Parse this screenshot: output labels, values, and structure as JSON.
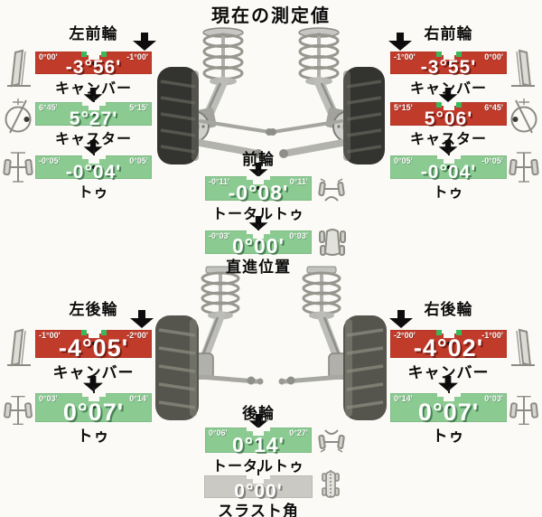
{
  "title": "現在の測定値",
  "colors": {
    "out_of_range_bar": "#c13b2b",
    "in_range_bar": "#8bcb92",
    "neutral_bar": "#cac9c4",
    "target_mark": "#3cb85a"
  },
  "front_left": {
    "header": "左前輪",
    "camber": {
      "range_left": "0°00'",
      "range_right": "-1°00'",
      "value": "-3°56'",
      "label": "キャンバー"
    },
    "caster": {
      "range_left": "6°45'",
      "range_right": "5°15'",
      "value": "5°27'",
      "label": "キャスター"
    },
    "toe": {
      "range_left": "-0°05'",
      "range_right": "0°05'",
      "value": "-0°04'",
      "label": "トゥ"
    }
  },
  "front_right": {
    "header": "右前輪",
    "camber": {
      "range_left": "-1°00'",
      "range_right": "0°00'",
      "value": "-3°55'",
      "label": "キャンバー"
    },
    "caster": {
      "range_left": "5°15'",
      "range_right": "6°45'",
      "value": "5°06'",
      "label": "キャスター"
    },
    "toe": {
      "range_left": "0°05'",
      "range_right": "-0°05'",
      "value": "-0°04'",
      "label": "トゥ"
    }
  },
  "front_center": {
    "header": "前輪",
    "total_toe": {
      "range_left": "-0°11'",
      "range_right": "0°11'",
      "value": "-0°08'",
      "label": "トータルトゥ"
    },
    "straight": {
      "range_left": "-0°03'",
      "range_right": "0°03'",
      "value": "0°00'",
      "label": "直進位置"
    }
  },
  "rear_left": {
    "header": "左後輪",
    "camber": {
      "range_left": "-1°00'",
      "range_right": "-2°00'",
      "value": "-4°05'",
      "label": "キャンバー"
    },
    "toe": {
      "range_left": "0°03'",
      "range_right": "0°14'",
      "value": "0°07'",
      "label": "トゥ"
    }
  },
  "rear_right": {
    "header": "右後輪",
    "camber": {
      "range_left": "-2°00'",
      "range_right": "-1°00'",
      "value": "-4°02'",
      "label": "キャンバー"
    },
    "toe": {
      "range_left": "0°14'",
      "range_right": "0°03'",
      "value": "0°07'",
      "label": "トゥ"
    }
  },
  "rear_center": {
    "header": "後輪",
    "total_toe": {
      "range_left": "0°06'",
      "range_right": "0°27'",
      "value": "0°14'",
      "label": "トータルトゥ"
    },
    "thrust": {
      "value": "0°00'",
      "label": "スラスト角"
    }
  }
}
